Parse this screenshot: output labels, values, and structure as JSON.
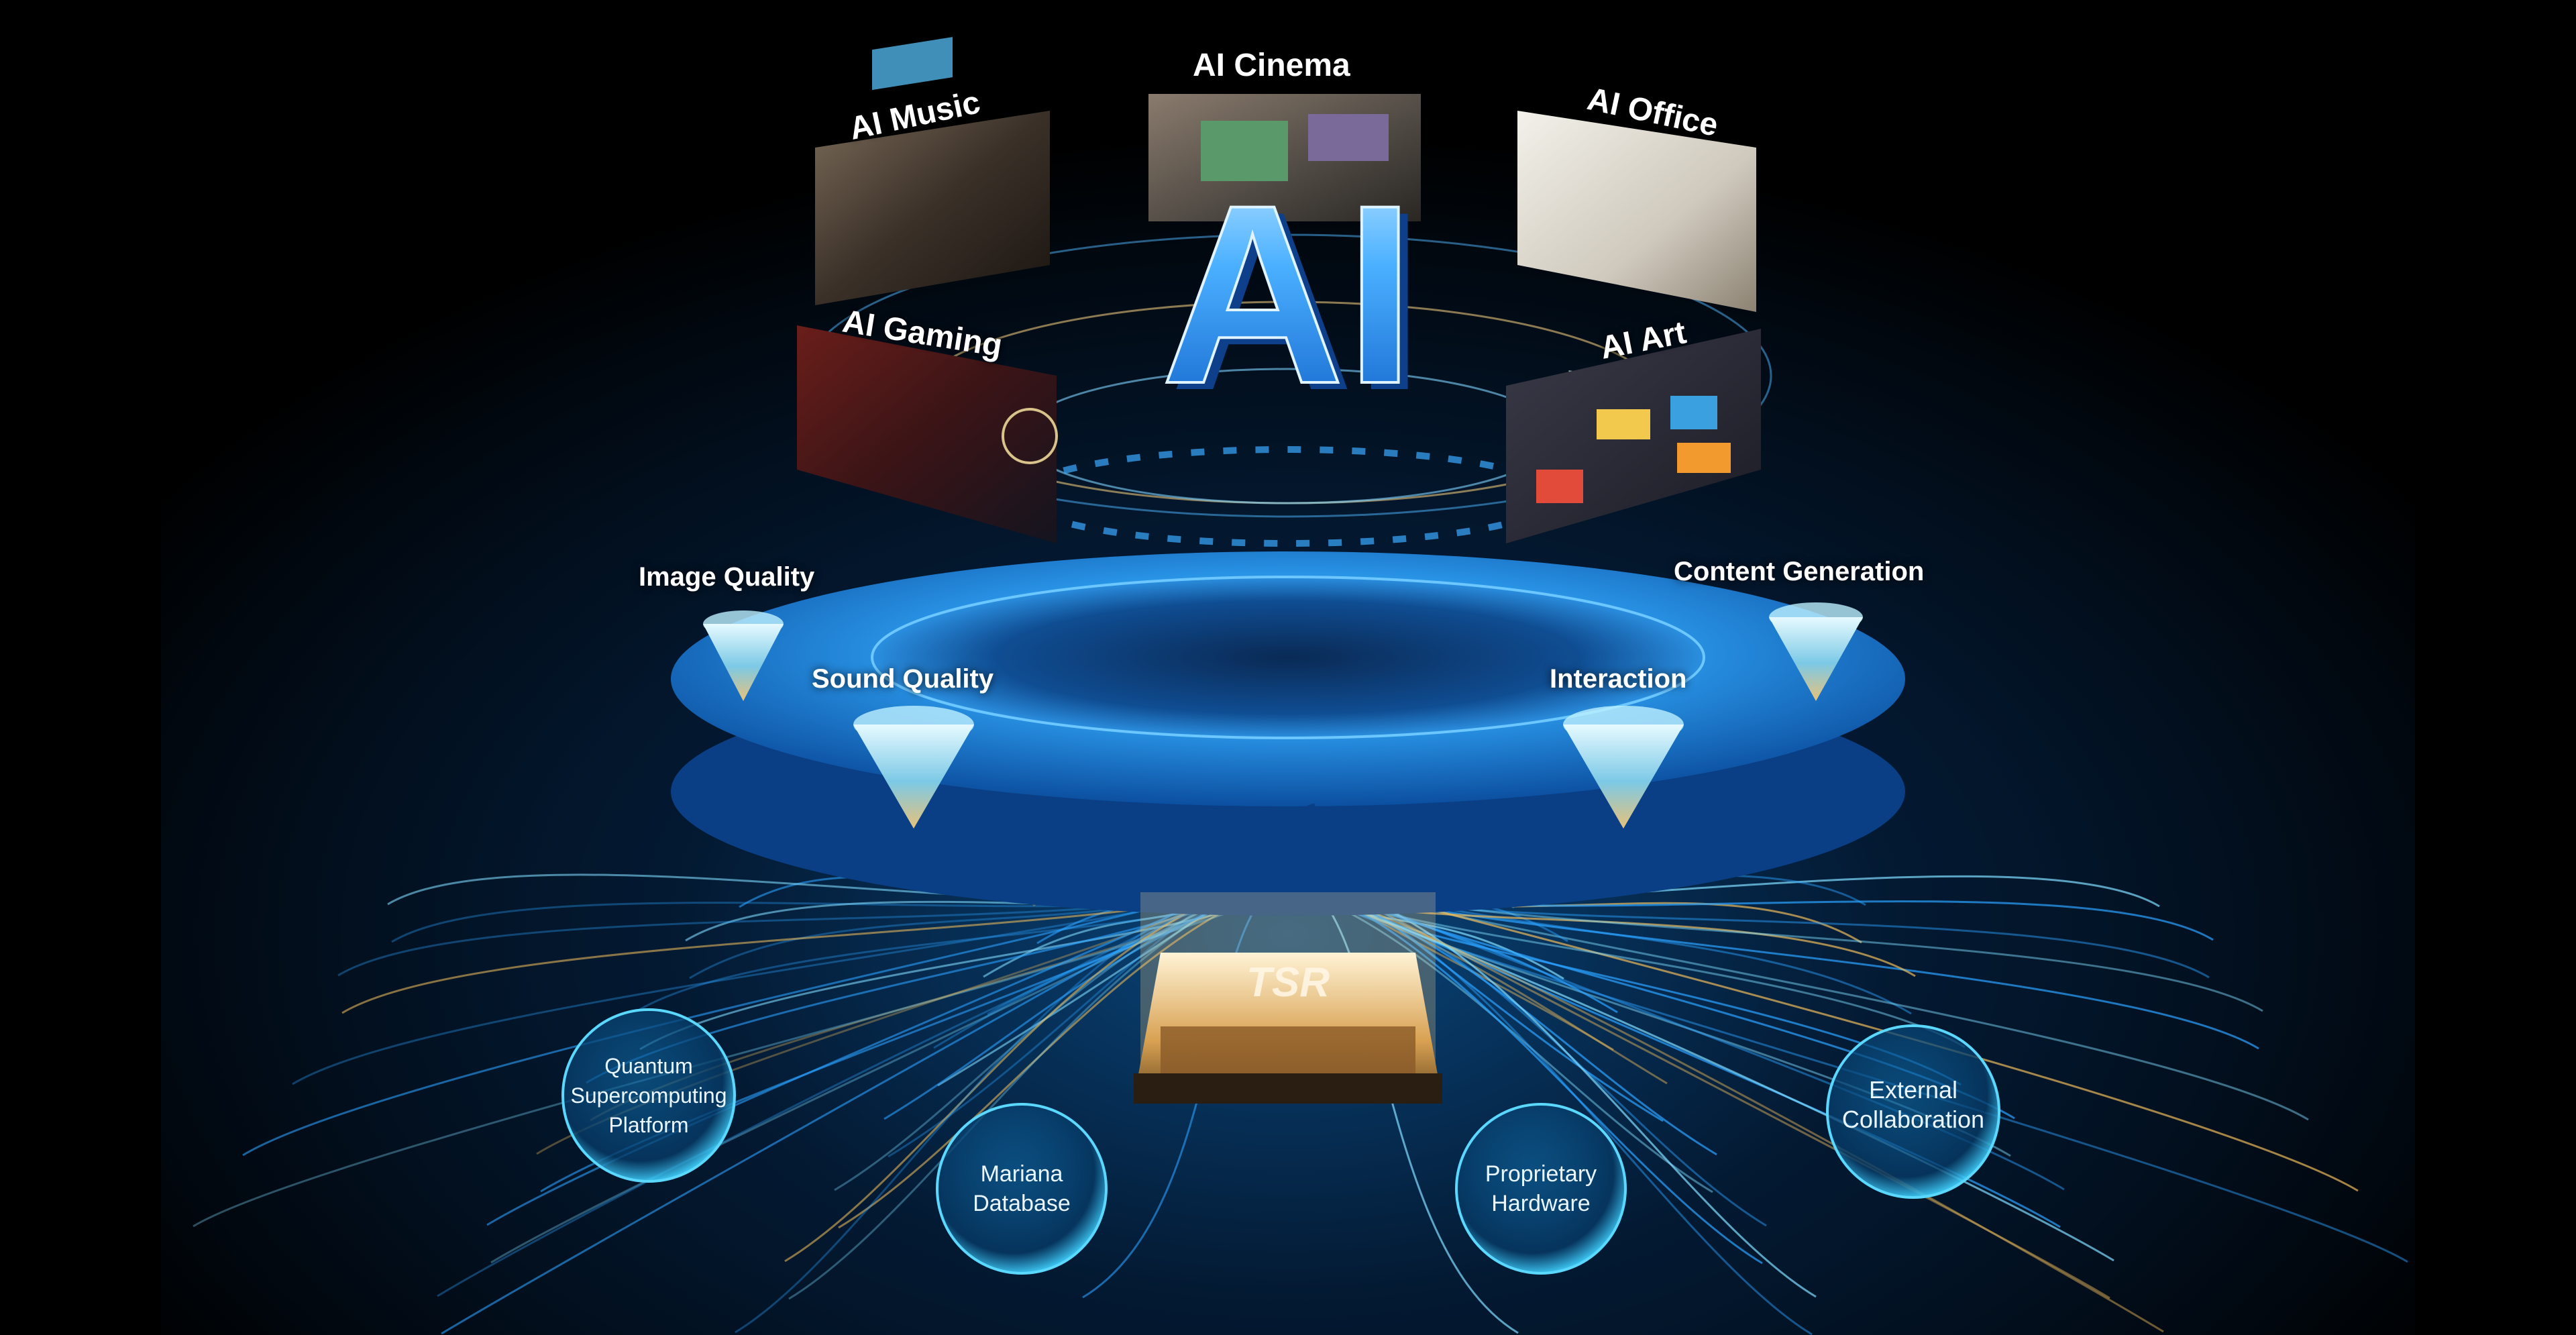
{
  "hero": {
    "title": "AI"
  },
  "panels": [
    {
      "key": "music",
      "title": "AI Music"
    },
    {
      "key": "cinema",
      "title": "AI Cinema"
    },
    {
      "key": "office",
      "title": "AI Office"
    },
    {
      "key": "gaming",
      "title": "AI Gaming"
    },
    {
      "key": "art",
      "title": "AI Art"
    }
  ],
  "capabilities": {
    "image_quality": "Image Quality",
    "sound_quality": "Sound Quality",
    "interaction": "Interaction",
    "content_generation": "Content Generation"
  },
  "chip": {
    "label": "TSR"
  },
  "foundations": {
    "quantum": [
      "Quantum",
      "Supercomputing",
      "Platform"
    ],
    "mariana": [
      "Mariana",
      "Database"
    ],
    "hardware": [
      "Proprietary",
      "Hardware"
    ],
    "external": [
      "External",
      "Collaboration"
    ]
  },
  "colors": {
    "background": "#000000",
    "ring_blue": "#1e8fe6",
    "glow_cyan": "#3cc8ff",
    "gold": "#e8b75a"
  }
}
